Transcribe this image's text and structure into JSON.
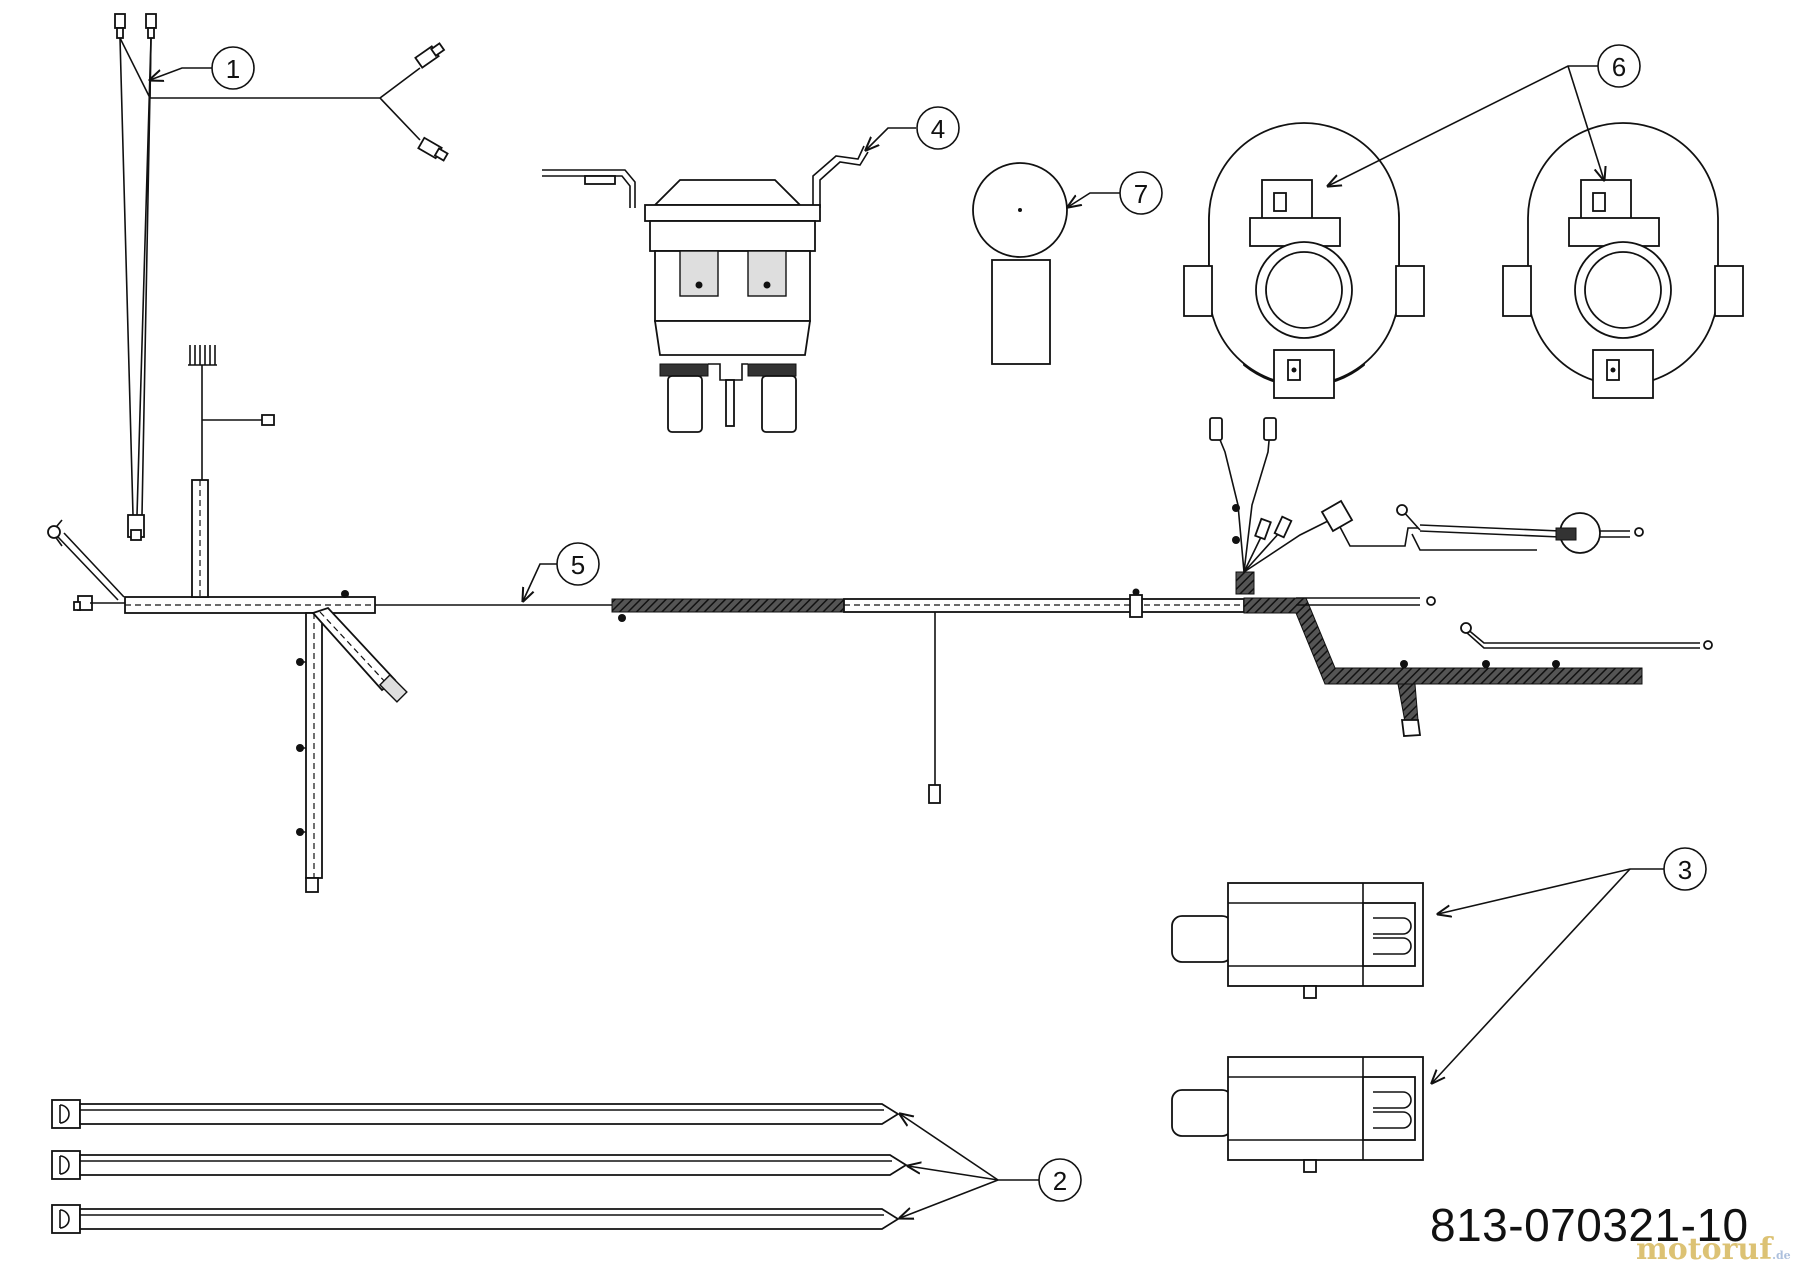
{
  "diagram": {
    "part_number": "813-070321-10",
    "watermark": "motoruf",
    "watermark_suffix": ".de",
    "callouts": [
      "1",
      "2",
      "3",
      "4",
      "5",
      "6",
      "7"
    ]
  }
}
